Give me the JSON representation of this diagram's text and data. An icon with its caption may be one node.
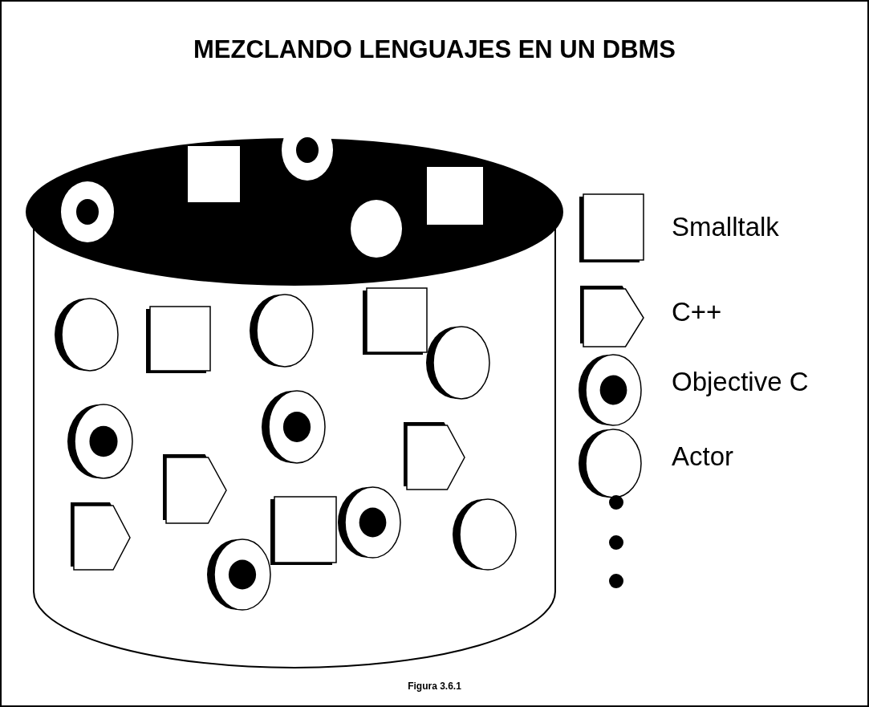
{
  "diagram": {
    "title": "MEZCLANDO LENGUAJES EN UN DBMS",
    "caption": "Figura 3.6.1",
    "legend": [
      {
        "text": "Smalltalk"
      },
      {
        "text": "C++"
      },
      {
        "text": "Objective C"
      },
      {
        "text": "Actor"
      }
    ]
  }
}
